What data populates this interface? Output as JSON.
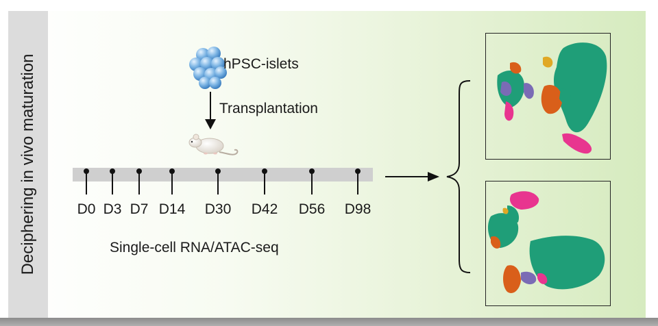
{
  "side_label": "Deciphering in vivo maturation",
  "islets_label": "hPSC-islets",
  "transplant_label": "Transplantation",
  "assay_label": "Single-cell RNA/ATAC-seq",
  "timepoints": [
    "D0",
    "D3",
    "D7",
    "D14",
    "D30",
    "D42",
    "D56",
    "D98"
  ],
  "colors": {
    "cluster_green": "#1f9e78",
    "cluster_pink": "#e8358f",
    "cluster_orange": "#d95f1a",
    "cluster_purple": "#7a6bb5",
    "cluster_yellow": "#e0a825",
    "sphere_blue": "#7db5e4"
  },
  "icons": [
    "cell-cluster-icon",
    "mouse-icon",
    "umap-plot-icon"
  ]
}
